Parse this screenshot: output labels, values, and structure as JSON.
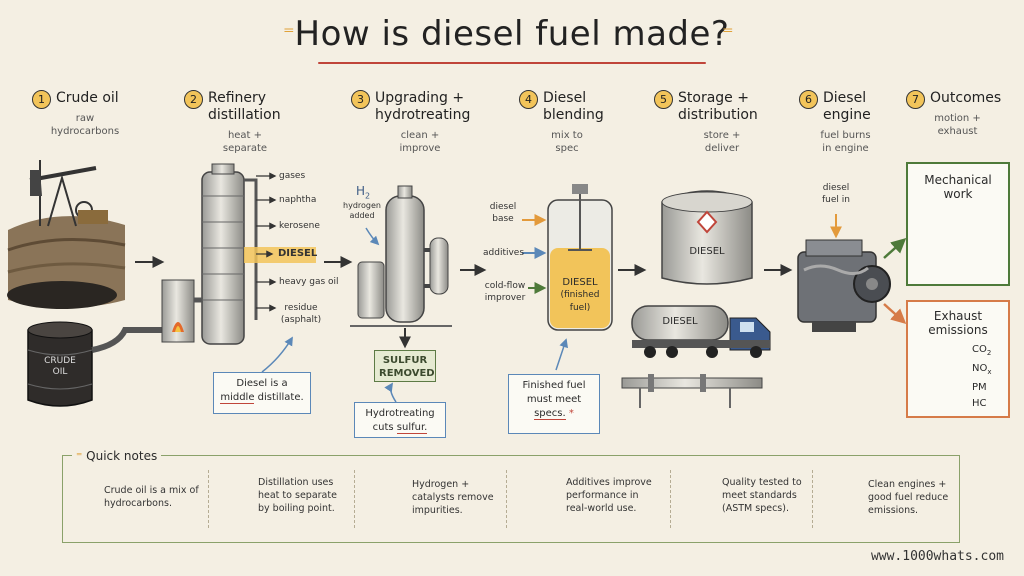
{
  "title": "How is diesel fuel made?",
  "steps": [
    {
      "num": "1",
      "title": "Crude oil",
      "subtitle": "raw hydrocarbons"
    },
    {
      "num": "2",
      "title": "Refinery distillation",
      "subtitle": "heat + separate"
    },
    {
      "num": "3",
      "title": "Upgrading + hydrotreating",
      "subtitle": "clean + improve"
    },
    {
      "num": "4",
      "title": "Diesel blending",
      "subtitle": "mix to spec"
    },
    {
      "num": "5",
      "title": "Storage + distribution",
      "subtitle": "store + deliver"
    },
    {
      "num": "6",
      "title": "Diesel engine",
      "subtitle": "fuel burns in engine"
    },
    {
      "num": "7",
      "title": "Outcomes",
      "subtitle": "motion + exhaust"
    }
  ],
  "crude": {
    "barrel_label_1": "CRUDE",
    "barrel_label_2": "OIL"
  },
  "distillation": {
    "fractions": [
      "gases",
      "naphtha",
      "kerosene",
      "DIESEL",
      "heavy gas oil",
      "residue (asphalt)"
    ],
    "callout_1": "Diesel is a",
    "callout_highlight": "middle",
    "callout_2": "distillate."
  },
  "hydrotreating": {
    "h2": "H",
    "h2_sub": "2",
    "hydrogen_added": "hydrogen added",
    "sulfur_removed": "SULFUR REMOVED",
    "callout_1": "Hydrotreating",
    "callout_2": "cuts",
    "callout_highlight": "sulfur."
  },
  "blending": {
    "inputs": [
      "diesel base",
      "additives",
      "cold-flow improver"
    ],
    "tank_label": "DIESEL",
    "tank_sub": "(finished fuel)",
    "callout_1": "Finished fuel must meet",
    "callout_highlight": "specs.",
    "callout_mark": "*"
  },
  "storage": {
    "tank_label": "DIESEL",
    "truck_label": "DIESEL"
  },
  "engine": {
    "fuel_in": "diesel fuel in"
  },
  "outcomes": {
    "work_title": "Mechanical work",
    "exhaust_title": "Exhaust emissions",
    "emissions": [
      {
        "base": "CO",
        "sub": "2"
      },
      {
        "base": "NO",
        "sub": "x"
      },
      {
        "base": "PM",
        "sub": ""
      },
      {
        "base": "HC",
        "sub": ""
      }
    ]
  },
  "notes": {
    "title": "Quick notes",
    "items": [
      {
        "icon": "oil-drop-icon",
        "text": "Crude oil is a mix of hydrocarbons."
      },
      {
        "icon": "thermometer-icon",
        "text": "Distillation uses heat to separate by boiling point."
      },
      {
        "icon": "molecule-icon",
        "text": "Hydrogen + catalysts remove impurities."
      },
      {
        "icon": "flask-icon",
        "text": "Additives improve performance in real-world use."
      },
      {
        "icon": "checklist-icon",
        "text": "Quality tested to meet standards (ASTM specs)."
      },
      {
        "icon": "globe-icon",
        "text": "Clean engines + good fuel reduce emissions."
      }
    ]
  },
  "website": "www.1000whats.com",
  "colors": {
    "accent_red": "#c0453a",
    "diesel_yellow": "#f2c45a",
    "callout_blue": "#5b88b8",
    "green": "#4e7a3a",
    "orange": "#d67b48"
  }
}
